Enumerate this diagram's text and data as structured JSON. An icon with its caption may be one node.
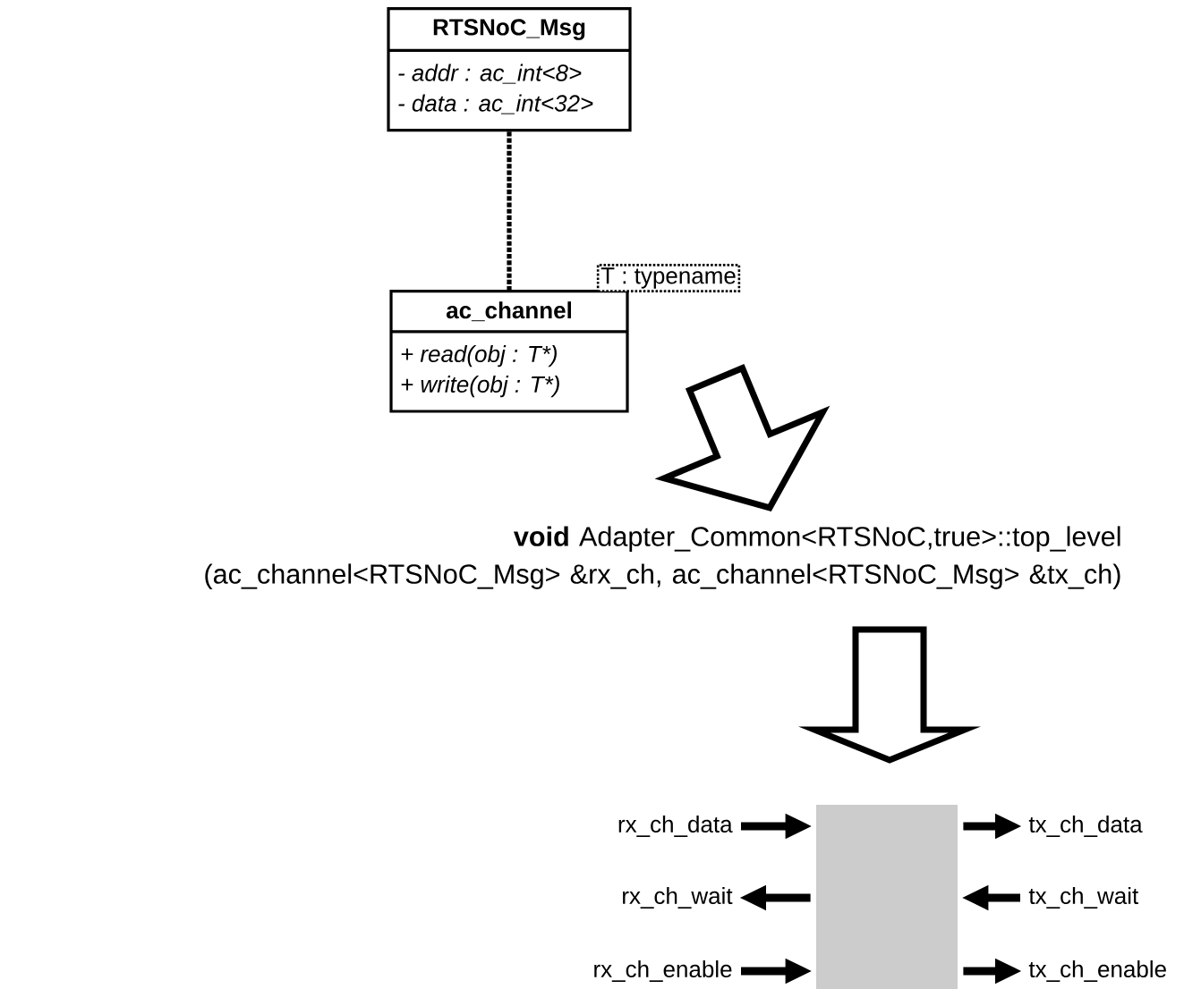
{
  "diagram": {
    "nodes": [
      {
        "text": [
          "RTSNoC_Msg",
          "- addr : ac_int<8>",
          "- data : ac_int<32>"
        ]
      },
      {
        "text": [
          "ac_channel",
          "+ read(obj : T*)",
          "+ write(obj : T*)"
        ]
      },
      {
        "text": [
          "T : typename"
        ]
      },
      {
        "text": [
          "**void** Adapter_Common<RTSNoC,true>::top_level (ac_channel<RTSNoC_Msg> &rx_ch, ac_channel<RTSNoC_Msg> &tx_ch)"
        ]
      },
      {
        "text": [],
        "shape": "box"
      },
      {
        "text": [
          "rx_ch_data"
        ]
      },
      {
        "text": [
          "rx_ch_wait"
        ]
      },
      {
        "text": [
          "rx_ch_enable"
        ]
      },
      {
        "text": [
          "tx_ch_data"
        ]
      },
      {
        "text": [
          "tx_ch_wait"
        ]
      },
      {
        "text": [
          "tx_ch_enable"
        ]
      }
    ],
    "edges": [
      {
        "from": 0,
        "to": 1,
        "arrow": "none",
        "style": "dashed"
      },
      {
        "from": 1,
        "to": 3,
        "arrow": "to",
        "style": "thick"
      },
      {
        "from": 3,
        "to": 4,
        "arrow": "to",
        "style": "thick"
      },
      {
        "from": 5,
        "to": 4,
        "arrow": "to"
      },
      {
        "from": 4,
        "to": 6,
        "arrow": "to"
      },
      {
        "from": 7,
        "to": 4,
        "arrow": "to"
      },
      {
        "from": 4,
        "to": 8,
        "arrow": "to"
      },
      {
        "from": 9,
        "to": 4,
        "arrow": "to"
      },
      {
        "from": 4,
        "to": 10,
        "arrow": "to"
      }
    ]
  }
}
